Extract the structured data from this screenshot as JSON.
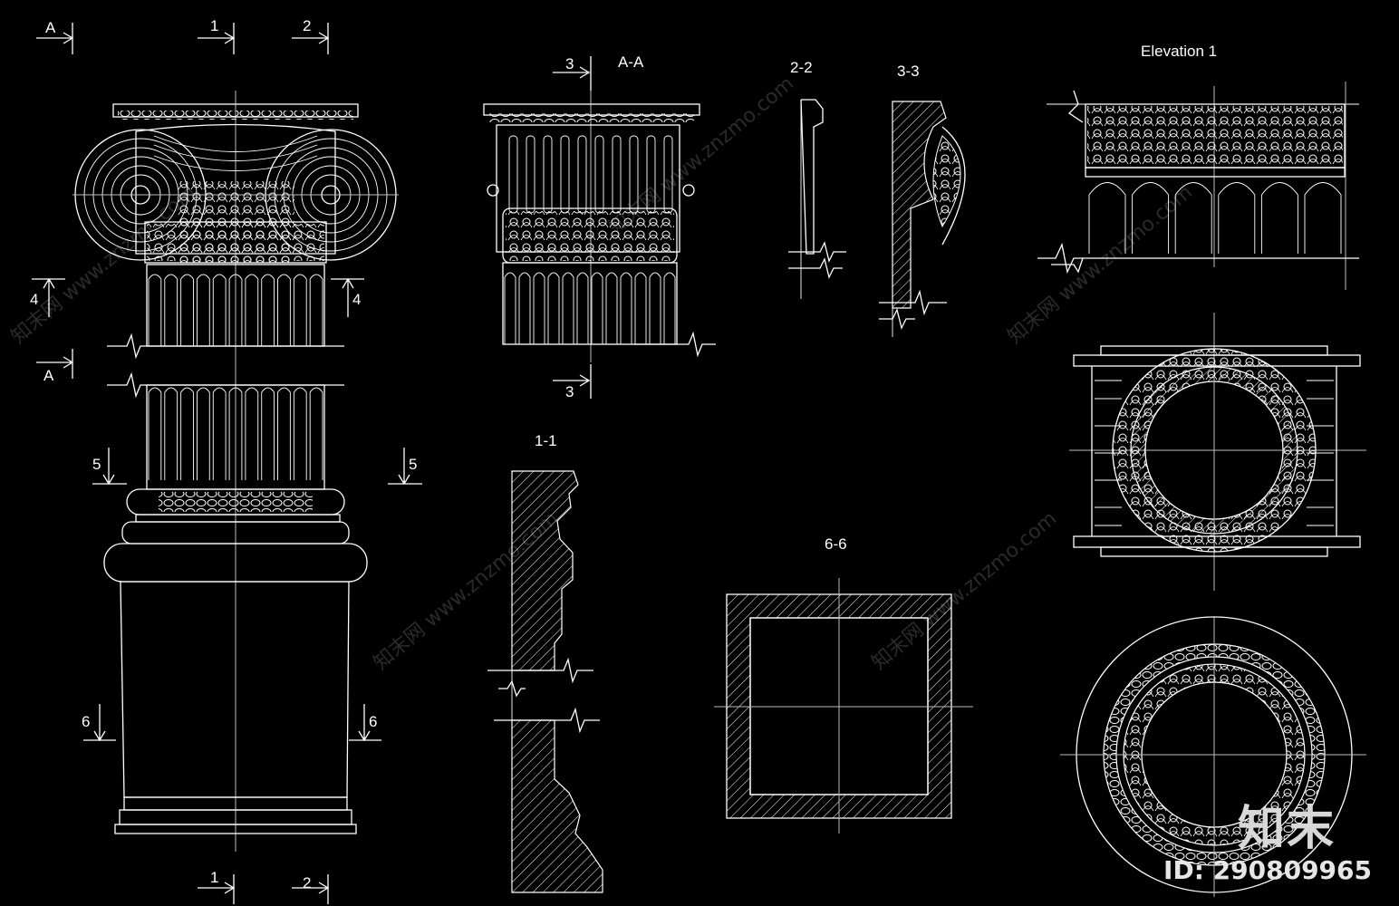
{
  "labels": {
    "a_top": "A",
    "a_bottom": "A",
    "s1_top": "1",
    "s2_top": "2",
    "s1_bot": "1",
    "s2_bot": "2",
    "s4_left": "4",
    "s4_right": "4",
    "s5_left": "5",
    "s5_right": "5",
    "s6_left": "6",
    "s6_right": "6",
    "s3_top": "3",
    "s3_bot": "3",
    "view_aa": "A-A",
    "view_22": "2-2",
    "view_33": "3-3",
    "view_elev": "Elevation 1",
    "view_11": "1-1",
    "view_66": "6-6"
  },
  "watermark": {
    "text": "知末网 www.znzmo.com",
    "brand": "知末",
    "id": "ID: 290809965"
  },
  "colors": {
    "background": "#000000",
    "line": "#ffffff"
  }
}
